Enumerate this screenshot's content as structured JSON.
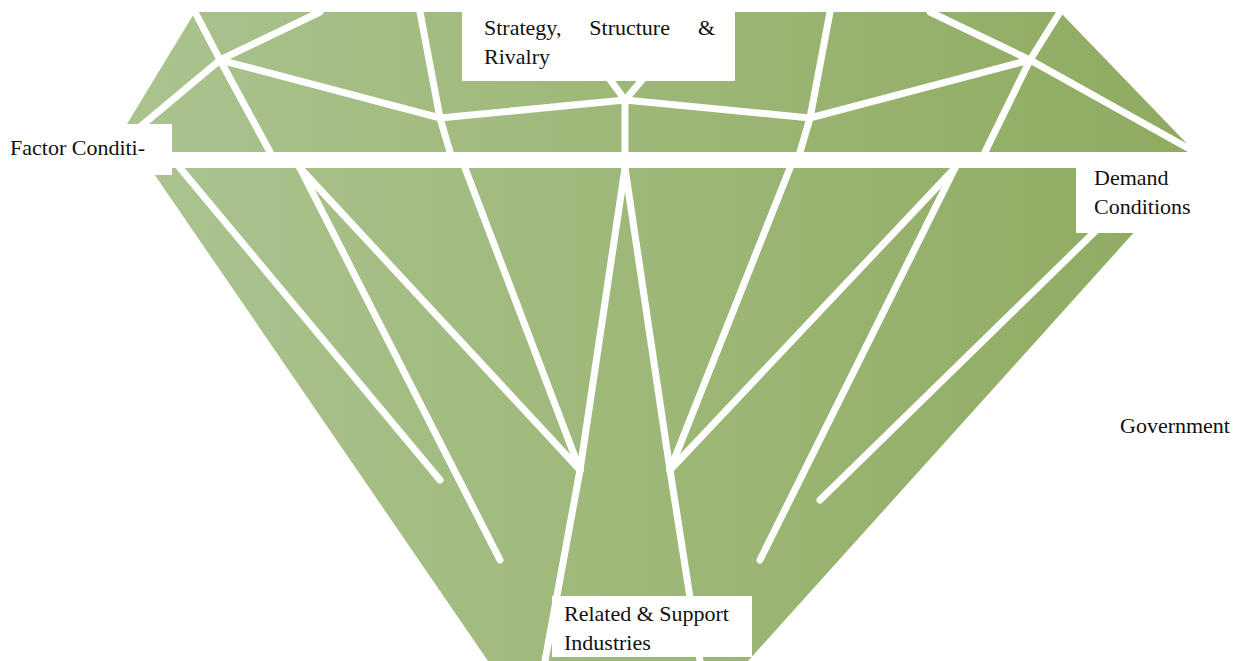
{
  "diagram": {
    "labels": [
      "Strategy, Structure & Rivalry",
      "Factor Conditi-",
      "Demand Conditions",
      "Government",
      "Related & Support Industries"
    ]
  }
}
